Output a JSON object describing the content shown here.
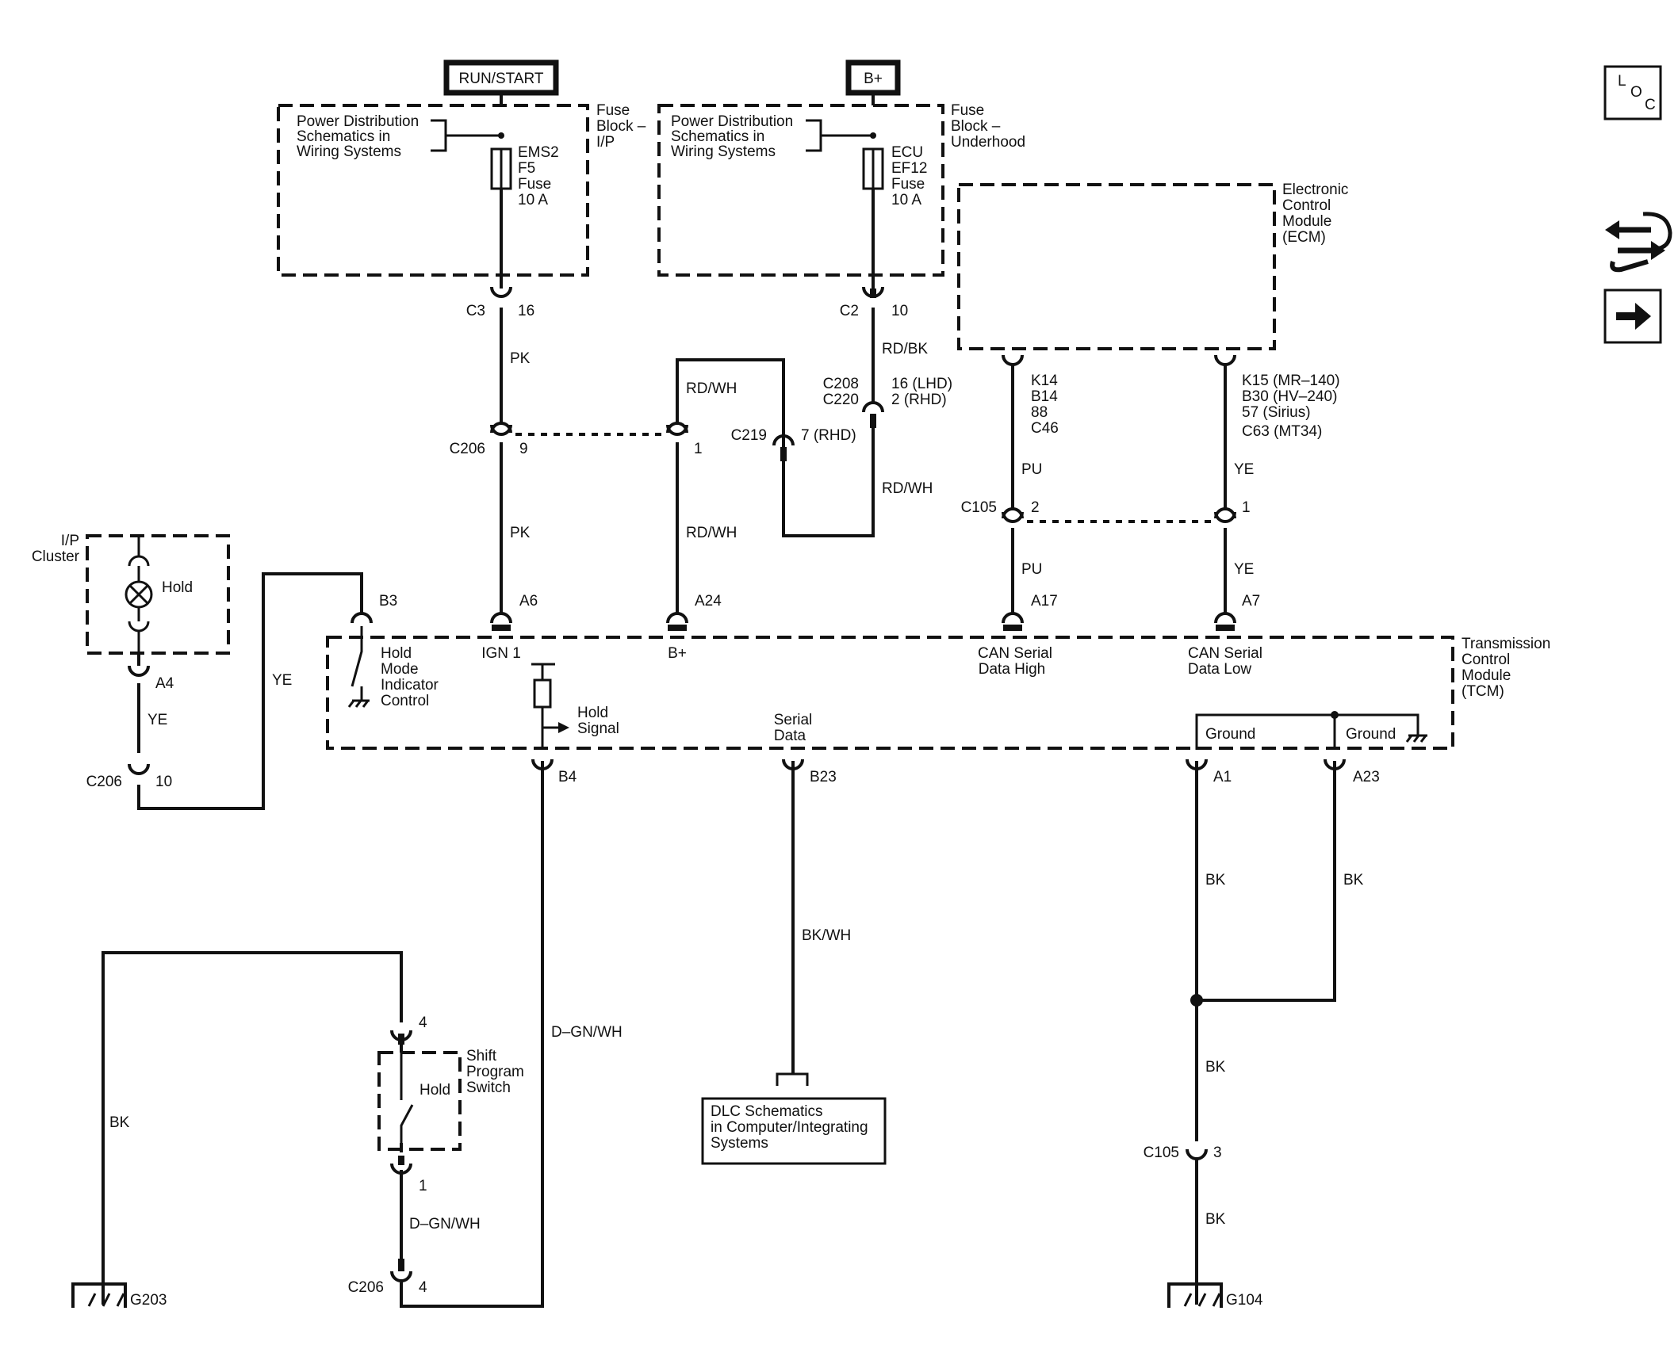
{
  "power": {
    "run_start": "RUN/START",
    "b_plus": "B+"
  },
  "fuse_ip": {
    "ref": [
      "Power Distribution",
      "Schematics in",
      "Wiring Systems"
    ],
    "fuse": [
      "EMS2",
      "F5",
      "Fuse",
      "10 A"
    ],
    "block": [
      "Fuse",
      "Block –",
      "I/P"
    ]
  },
  "fuse_uh": {
    "ref": [
      "Power Distribution",
      "Schematics in",
      "Wiring Systems"
    ],
    "fuse": [
      "ECU",
      "EF12",
      "Fuse",
      "10 A"
    ],
    "block": [
      "Fuse",
      "Block –",
      "Underhood"
    ]
  },
  "ecm": {
    "name": [
      "Electronic",
      "Control",
      "Module",
      "(ECM)"
    ],
    "pin_high": [
      "K14",
      "B14",
      "88",
      "C46"
    ],
    "pin_low": [
      "K15 (MR–140)",
      "B30 (HV–240)",
      "57 (Sirius)",
      "C63 (MT34)"
    ]
  },
  "tcm": {
    "name": [
      "Transmission",
      "Control",
      "Module",
      "(TCM)"
    ],
    "ign1": "IGN 1",
    "bplus": "B+",
    "can_high": [
      "CAN Serial",
      "Data High"
    ],
    "can_low": [
      "CAN Serial",
      "Data Low"
    ],
    "hold_mode": [
      "Hold",
      "Mode",
      "Indicator",
      "Control"
    ],
    "hold_signal": [
      "Hold",
      "Signal"
    ],
    "serial_data": [
      "Serial",
      "Data"
    ],
    "ground1": "Ground",
    "ground2": "Ground"
  },
  "ip_cluster": {
    "name": [
      "I/P",
      "Cluster"
    ],
    "hold": "Hold"
  },
  "shift_switch": {
    "name": [
      "Shift",
      "Program",
      "Switch"
    ],
    "hold": "Hold"
  },
  "dlc": {
    "ref": [
      "DLC Schematics",
      "in Computer/Integrating",
      "Systems"
    ]
  },
  "connectors": {
    "c3": "C3",
    "c3_pin": "16",
    "c2": "C2",
    "c2_pin": "10",
    "c208": "C208",
    "c220": "C220",
    "c208_pin": "16 (LHD)",
    "c220_pin": "2 (RHD)",
    "c219": "C219",
    "c219_pin": "7 (RHD)",
    "c206_top": "C206",
    "c206_top_pin": "9",
    "c206_top_pin2": "1",
    "c105_top": "C105",
    "c105_top_pin": "2",
    "c105_top_pin2": "1",
    "a6": "A6",
    "a24": "A24",
    "a17": "A17",
    "a7": "A7",
    "b3": "B3",
    "a4": "A4",
    "c206_left": "C206",
    "c206_left_pin": "10",
    "b4": "B4",
    "b23": "B23",
    "a1": "A1",
    "a23": "A23",
    "sw_pin4": "4",
    "sw_pin1": "1",
    "c206_bottom": "C206",
    "c206_bottom_pin": "4",
    "c105_bottom": "C105",
    "c105_bottom_pin": "3",
    "g203": "G203",
    "g104": "G104"
  },
  "wires": {
    "pk1": "PK",
    "pk2": "PK",
    "rdbk": "RD/BK",
    "rdwh1": "RD/WH",
    "rdwh2": "RD/WH",
    "rdwh3": "RD/WH",
    "pu1": "PU",
    "pu2": "PU",
    "ye1": "YE",
    "ye2": "YE",
    "ye_left": "YE",
    "ye_cluster": "YE",
    "dgnwh1": "D–GN/WH",
    "dgnwh2": "D–GN/WH",
    "bkwh": "BK/WH",
    "bk_a1": "BK",
    "bk_a23": "BK",
    "bk_mid": "BK",
    "bk_low": "BK",
    "bk_left": "BK"
  },
  "nav": {
    "loc_l": "L",
    "loc_o": "O",
    "loc_c": "C"
  }
}
